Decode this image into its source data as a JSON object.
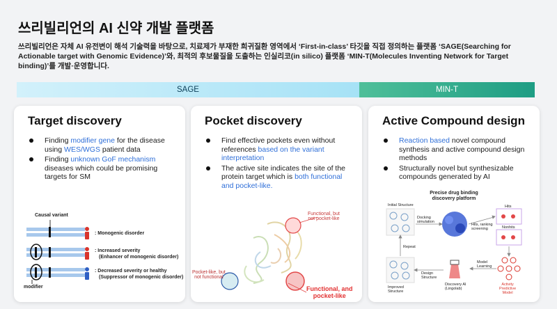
{
  "header": {
    "title": "쓰리빌리언의 AI 신약 개발 플랫폼",
    "description": "쓰리빌리언은 자체 AI 유전변이 해석 기술력을 바탕으로, 치료제가 부재한 희귀질환 영역에서 ‘First-in-class’ 타깃을 직접 정의하는 플랫폼 ‘SAGE(Searching for Actionable target with Genomic Evidence)’와, 최적의 후보물질을 도출하는 인실리코(in silico) 플랫폼 ‘MIN-T(Molecules Inventing Network for Target binding)’를 개발·운영합니다."
  },
  "banners": {
    "sage": "SAGE",
    "mint": "MIN-T"
  },
  "cards": {
    "target": {
      "title": "Target discovery",
      "b1": {
        "pre": "Finding ",
        "hl": "modifier gene",
        "mid": " for the disease using ",
        "hl2": "WES/WGS",
        "post": " patient data"
      },
      "b2": {
        "pre": "Finding ",
        "hl": "unknown GoF mechanism",
        "post": " diseases which could be promising targets for SM"
      },
      "figure": {
        "causal": "Causal variant",
        "modifier": "modifier",
        "row1": ": Monogenic disorder",
        "row2a": ": Increased severity",
        "row2b": "(Enhancer of monogenic disorder)",
        "row3a": ": Decreased severity or healthy",
        "row3b": "(Suppressor of monogenic disorder)"
      }
    },
    "pocket": {
      "title": "Pocket discovery",
      "b1": {
        "pre": "Find effective pockets even without references ",
        "hl": "based on the variant interpretation"
      },
      "b2": {
        "pre": "The active site indicates the site of the protein target which is ",
        "hl": "both functional and pocket-like."
      },
      "figure": {
        "l1a": "Functional, but",
        "l1b": "not pocket-like",
        "l2a": "Pocket-like, but",
        "l2b": "not functional",
        "l3a": "Functional, and",
        "l3b": "pocket-like"
      }
    },
    "compound": {
      "title": "Active Compound design",
      "b1": {
        "hl": "Reaction based",
        "post": " novel compound synthesis and active compound design methods"
      },
      "b2": {
        "pre": "Structurally novel but synthesizable compounds generated by AI"
      },
      "figure": {
        "title1": "Precise drug binding",
        "title2": "discovery platform",
        "initial": "Initial Structure",
        "docking": "Docking simulation",
        "hits_rank": "Hits, ranking screening",
        "hits": "Hits",
        "nonhits": "Nonhits",
        "repeat": "Repeat",
        "design": "Design Structure",
        "learning": "Model Learning",
        "improved": "Improved Structure",
        "discovery1": "Discovery AI",
        "discovery2": "(Lingolab)",
        "activity1": "Activity",
        "activity2": "Predictive",
        "activity3": "Model"
      }
    }
  }
}
